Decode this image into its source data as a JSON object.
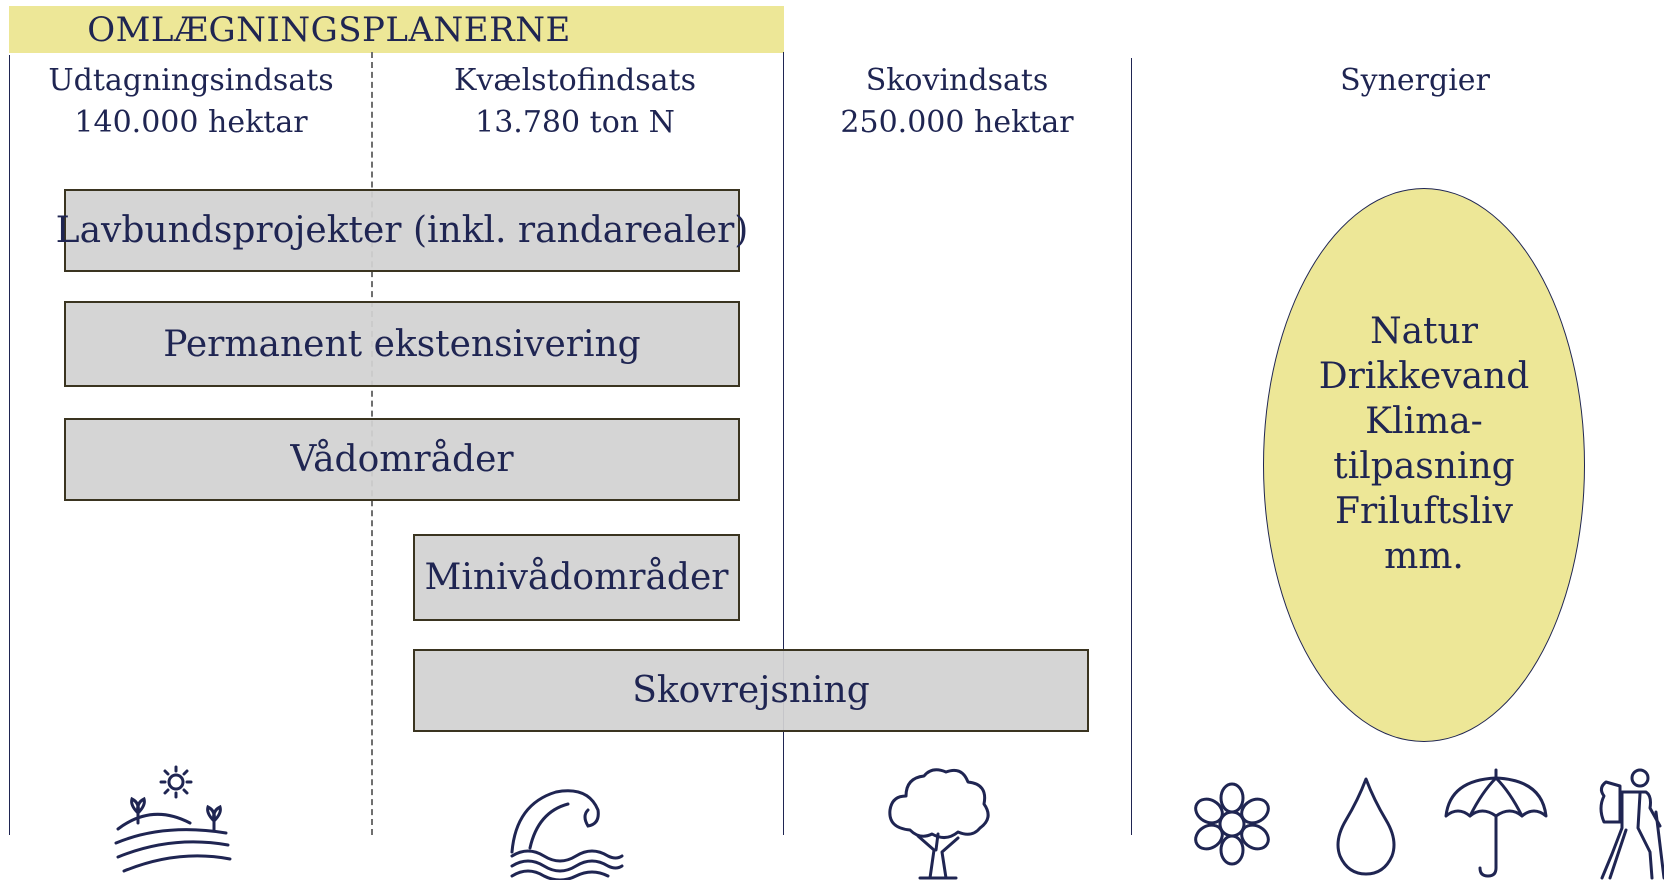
{
  "header": {
    "title": "OMLÆGNINGSPLANERNE"
  },
  "columns": [
    {
      "title": "Udtagningsindsats",
      "subtitle": "140.000 hektar"
    },
    {
      "title": "Kvælstofindsats",
      "subtitle": "13.780 ton N"
    },
    {
      "title": "Skovindsats",
      "subtitle": "250.000 hektar"
    },
    {
      "title": "Synergier",
      "subtitle": ""
    }
  ],
  "measures": [
    "Lavbundsprojekter (inkl. randarealer)",
    "Permanent ekstensivering",
    "Vådområder",
    "Minivådområder",
    "Skovrejsning"
  ],
  "synergies": [
    "Natur",
    "Drikkevand",
    "Klima-",
    "tilpasning",
    "Friluftsliv",
    "mm."
  ],
  "icons": [
    "field-sun-icon",
    "wave-icon",
    "tree-icon",
    "flower-icon",
    "water-drop-icon",
    "umbrella-icon",
    "hiker-icon"
  ],
  "colors": {
    "header_band": "#ede797",
    "ellipse": "#ede797",
    "box_fill": "#d6d6d6",
    "text": "#1f2552"
  }
}
